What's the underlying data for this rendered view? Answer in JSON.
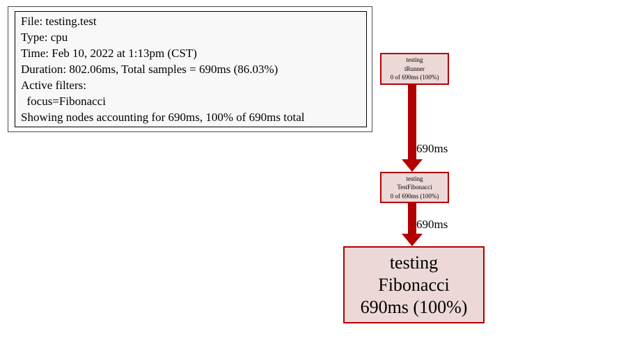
{
  "legend": {
    "lines": [
      "File: testing.test",
      "Type: cpu",
      "Time: Feb 10, 2022 at 1:13pm (CST)",
      "Duration: 802.06ms, Total samples = 690ms (86.03%)",
      "Active filters:",
      "  focus=Fibonacci",
      "Showing nodes accounting for 690ms, 100% of 690ms total"
    ]
  },
  "graph": {
    "nodes": [
      {
        "name": "testing tRunner",
        "lines": [
          "testing",
          "tRunner",
          "0 of 690ms (100%)"
        ]
      },
      {
        "name": "testing TestFibonacci",
        "lines": [
          "testing",
          "TestFibonacci",
          "0 of 690ms (100%)"
        ]
      },
      {
        "name": "testing Fibonacci",
        "lines": [
          "testing",
          "Fibonacci",
          "690ms (100%)"
        ]
      }
    ],
    "edges": [
      {
        "from": "testing tRunner",
        "to": "testing TestFibonacci",
        "label": "690ms"
      },
      {
        "from": "testing TestFibonacci",
        "to": "testing Fibonacci",
        "label": "690ms"
      }
    ]
  },
  "colors": {
    "node_fill": "#edd8d8",
    "node_border": "#b20000",
    "edge": "#b20000",
    "legend_fill": "#f8f8f8",
    "background": "#ffffff"
  }
}
